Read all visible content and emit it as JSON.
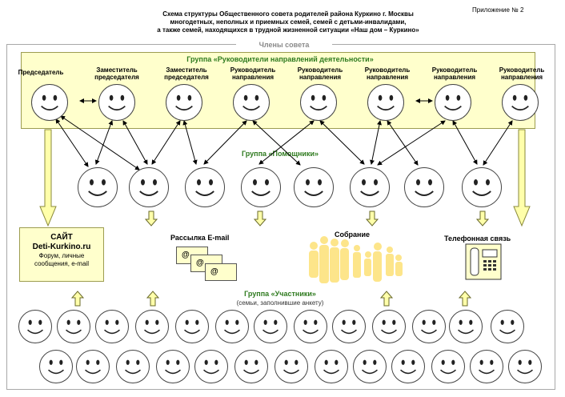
{
  "header": {
    "appendix": "Приложение № 2",
    "title_lines": [
      "Схема структуры Общественного совета родителей района Куркино г. Москвы",
      "многодетных, неполных и приемных семей, семей с детьми-инвалидами,",
      "а также семей, находящихся в трудной жизненной ситуации «Наш дом – Куркино»"
    ]
  },
  "council": {
    "members_label": "Члены совета",
    "leaders_group_title": "Группа «Руководители  направлений  деятельности»",
    "roles": [
      "Председатель",
      "Заместитель председателя",
      "Заместитель председателя",
      "Руководитель направления",
      "Руководитель направления",
      "Руководитель направления",
      "Руководитель направления",
      "Руководитель направления"
    ],
    "helpers_group_title": "Группа «Помощники»"
  },
  "channels": {
    "site": {
      "line1": "САЙТ",
      "line2": "Deti-Kurkino.ru",
      "line3": "Форум, личные",
      "line4": "сообщения, e-mail"
    },
    "email_label": "Рассылка E-mail",
    "email_symbol": "@",
    "meeting_label": "Собрание",
    "phone_label": "Телефонная связь"
  },
  "participants": {
    "group_title": "Группа «Участники»",
    "subtitle": "(семьи, заполнившие анкету)"
  },
  "colors": {
    "group_fill": "#ffffcc",
    "group_title": "#2e7a1e",
    "arrow_fill": "#ffffaa",
    "people": "#fde58a"
  },
  "icons": [
    "smiley-face-icon",
    "envelope-icon",
    "family-silhouette-icon",
    "phone-icon",
    "arrow-down-icon",
    "arrow-up-icon"
  ]
}
